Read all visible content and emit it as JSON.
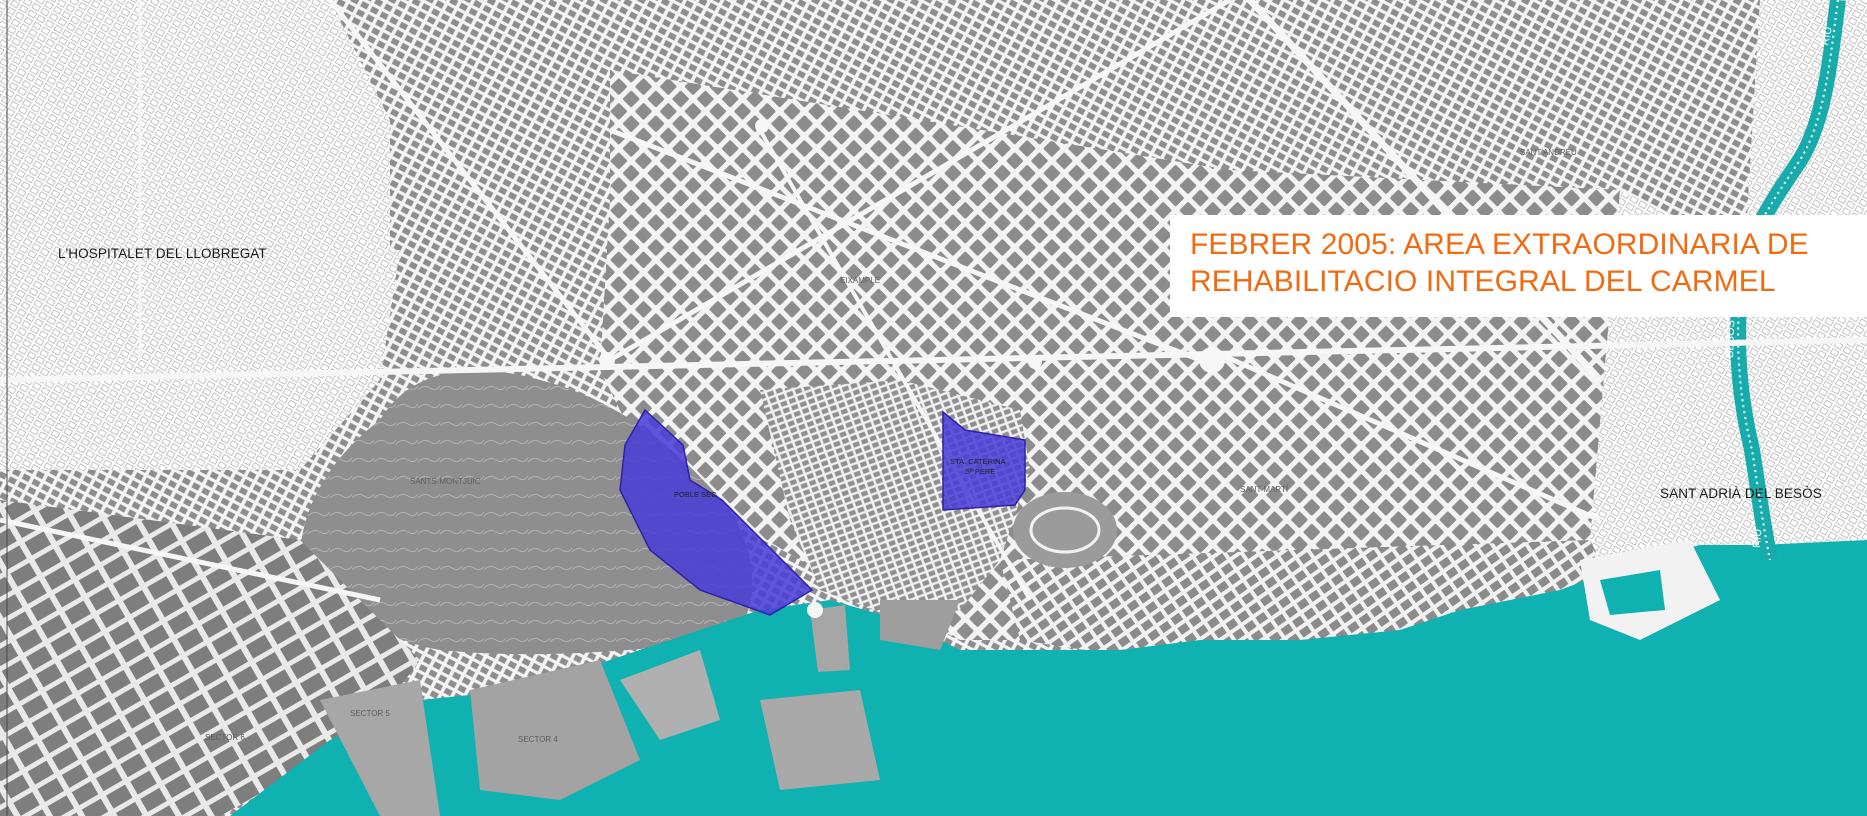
{
  "banner": {
    "line1": "FEBRER 2005: AREA EXTRAORDINARIA DE",
    "line2": "REHABILITACIO INTEGRAL DEL CARMEL"
  },
  "places": {
    "hospitalet": "L'HOSPITALET DEL LLOBREGAT",
    "sant_adria": "SANT ADRIÀ DEL BESÒS",
    "poble_sec": "POBLE SEC",
    "sta_caterina_1": "STA. CATERINA",
    "sta_caterina_2": "Sª PERE",
    "montjuic": "SANTS-MONTJUÏC",
    "eixample": "EIXAMPLE",
    "sant_marti": "SANT MARTÍ",
    "sant_andreu": "SANT ANDREU",
    "sector4": "SECTOR 4",
    "sector5": "SECTOR 5",
    "sector6": "SECTOR 6"
  },
  "rivers": {
    "besos_top": "RIU",
    "besos_mid": "BESÒS",
    "besos_bottom": "RIU"
  },
  "colors": {
    "sea": "#0fb1b1",
    "blocks": "#8a8a8a",
    "streets": "#f2f2f2",
    "highlight": "#4b3fd6",
    "banner_text": "#f26a10"
  }
}
